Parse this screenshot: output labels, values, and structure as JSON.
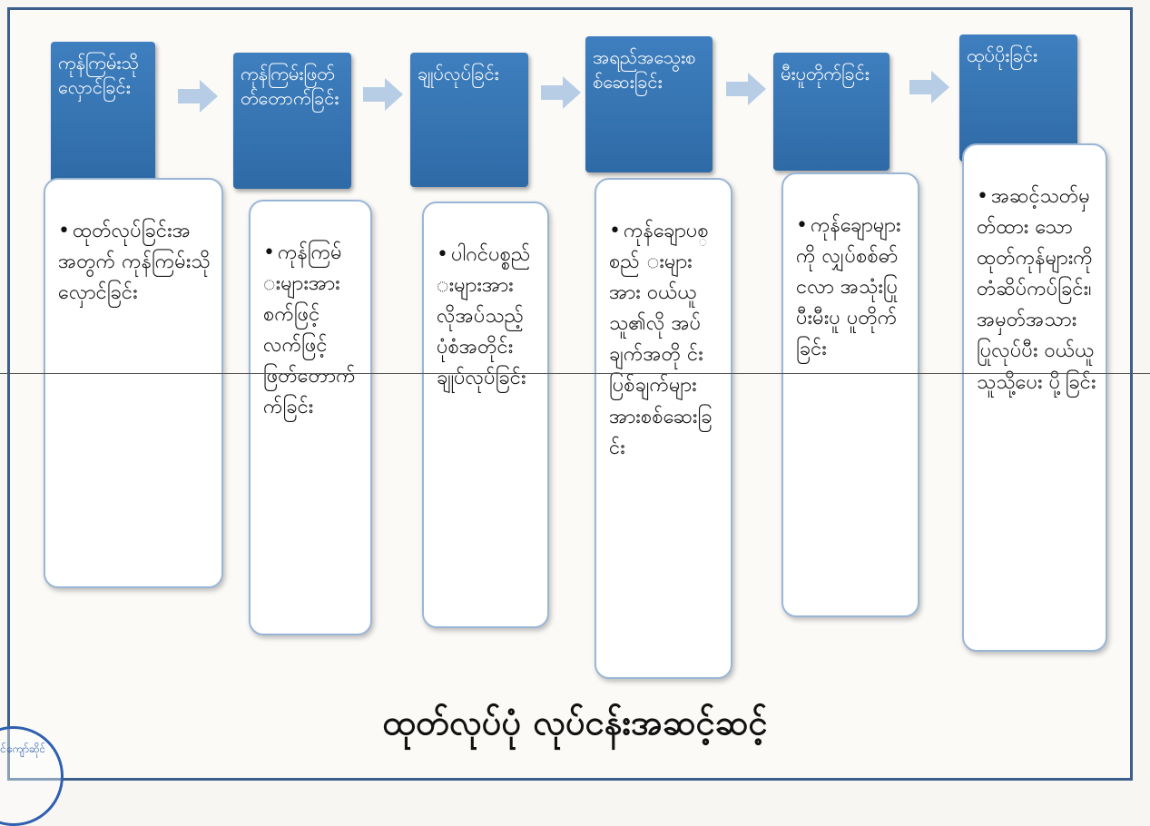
{
  "stages": [
    {
      "title": "ကုန်ကြမ်းသို လှောင်ခြင်း",
      "detail": "ထုတ်လုပ်ခြင်းအ အတွက် ကုန်ကြမ်းသို လှောင်ခြင်း"
    },
    {
      "title": "ကုန်ကြမ်းဖြတ် တ်တောက်ခြင်း",
      "detail": "ကုန်ကြမ် းများအား စက်ဖြင့် လက်ဖြင့် ဖြတ်တောက် က်ခြင်း"
    },
    {
      "title": "ချုပ်လုပ်ခြင်း",
      "detail": "ပါဂင်ပစ္စည် းများအား လိုအပ်သည့် ပုံစံအတိုင်း ချုပ်လုပ်ခြင်း"
    },
    {
      "title": "အရည်အသွေးစ စ်ဆေးခြင်း",
      "detail": "ကုန်ချောပစ္စည် းများအား ဝယ်ယူသူ၏လို အပ်ချက်အတို င်း ပြစ်ချက်များ အားစစ်ဆေးခြ င်း"
    },
    {
      "title": "မီးပူတိုက်ခြင်း",
      "detail": "ကုန်ချောများ ကို လျှပ်စစ်ဓာ် ငလာ အသုံးပြုပီးမီးပူ ပူတိုက်ခြင်း"
    },
    {
      "title": "ထုပ်ပိုးခြင်း",
      "detail": "အဆင့်သတ်မှ တ်ထား သော ထုတ်ကုန်များကို တံဆိပ်ကပ်ခြင်း၊ အမှတ်အသား ပြုလုပ်ပီး ဝယ်ယူသူသို့ပေး ပို့ခြင်း"
    }
  ],
  "bullet": "•",
  "caption": "ထုတ်လုပ်ပုံ လုပ်ငန်းအဆင့်ဆင့်",
  "seal_text": "ရွှေစင်ကျော်ဆိုင်",
  "colors": {
    "stage_fill": "#3a78b8",
    "detail_border": "#9ab6d6",
    "arrow": "#b7cde6"
  }
}
